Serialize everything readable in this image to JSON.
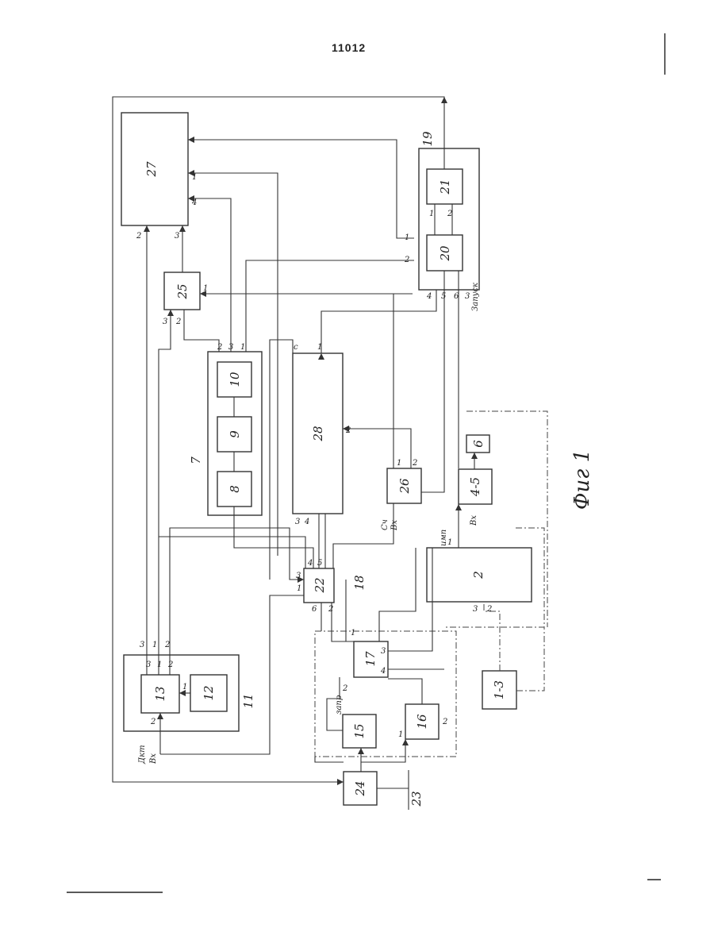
{
  "page": {
    "number": "11012"
  },
  "figure": {
    "caption": "Фиг 1"
  },
  "blocks": [
    {
      "id": "27"
    },
    {
      "id": "25"
    },
    {
      "id": "19"
    },
    {
      "id": "20"
    },
    {
      "id": "21"
    },
    {
      "id": "7"
    },
    {
      "id": "8"
    },
    {
      "id": "9"
    },
    {
      "id": "10"
    },
    {
      "id": "28"
    },
    {
      "id": "22"
    },
    {
      "id": "26"
    },
    {
      "id": "4-5"
    },
    {
      "id": "6"
    },
    {
      "id": "2"
    },
    {
      "id": "11"
    },
    {
      "id": "12"
    },
    {
      "id": "13"
    },
    {
      "id": "17"
    },
    {
      "id": "18"
    },
    {
      "id": "15"
    },
    {
      "id": "16"
    },
    {
      "id": "24"
    },
    {
      "id": "23"
    },
    {
      "id": "1-3"
    }
  ],
  "pin_labels": {
    "p27_2": "2",
    "p27_3": "3",
    "p27_4": "4",
    "p27_1": "1",
    "p25_1": "1",
    "p25_2": "2",
    "p25_3": "3",
    "p10_1": "1",
    "p10_2": "2",
    "p10_3": "3",
    "p20_1": "1",
    "p20_2": "2",
    "p20_3": "3",
    "p20_4": "4",
    "p20_5": "5",
    "p20_6": "6",
    "p21_1": "1",
    "p21_2": "2",
    "p28_1": "1",
    "p28_2": "2",
    "p28_3": "3",
    "p28_4": "4",
    "p28_c": "с",
    "p22_1": "1",
    "p22_2": "2",
    "p22_3": "3",
    "p22_4": "4",
    "p22_5": "5",
    "p22_6": "6",
    "p26_1": "1",
    "p26_2": "2",
    "p13_1": "1",
    "p13_2": "2",
    "p13_3": "3",
    "p11_1": "1",
    "p11_2": "2",
    "p11_3": "3",
    "p17_1": "1",
    "p17_2": "2",
    "p17_3": "3",
    "p17_4": "4",
    "p16_1": "1",
    "p16_2": "2",
    "p2_1": "1",
    "p2_2": "2",
    "p2_3": "3"
  },
  "signal_labels": {
    "s_zapusk": "Запуск",
    "s_vx_13": "Вх",
    "s_dkt": "Дкт",
    "s_zapr": "запр",
    "s_sch": "Сч",
    "s_vx_26": "Вх",
    "s_imp": "имп",
    "s_vx_45": "Вх"
  }
}
